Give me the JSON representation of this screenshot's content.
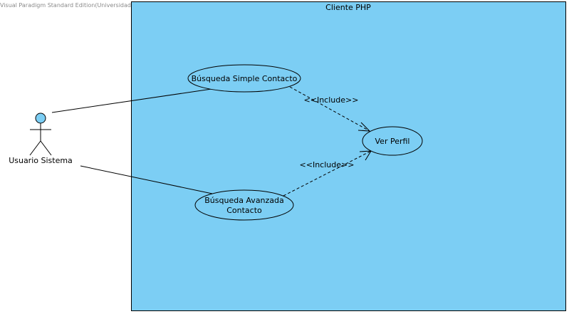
{
  "watermark": "Visual Paradigm Standard Edition(Universidad de La Frontera)",
  "colors": {
    "system_fill": "#7ccef4",
    "use_case_fill": "#7ccef4",
    "actor_head_fill": "#7ccef4",
    "stroke": "#000000",
    "watermark": "#8a8a8a"
  },
  "system": {
    "title": "Cliente PHP"
  },
  "actor": {
    "name": "Usuario Sistema",
    "icon": "stick-figure-actor"
  },
  "use_cases": {
    "simple": {
      "label": "Búsqueda Simple Contacto"
    },
    "avanzada": {
      "line1": "Búsqueda Avanzada",
      "line2": "Contacto"
    },
    "ver_perfil": {
      "label": "Ver Perfil"
    }
  },
  "relationships": [
    {
      "kind": "association",
      "from": "Usuario Sistema",
      "to": "Búsqueda Simple Contacto"
    },
    {
      "kind": "association",
      "from": "Usuario Sistema",
      "to": "Búsqueda Avanzada Contacto"
    },
    {
      "kind": "include",
      "label": "<<Include>>",
      "from": "Búsqueda Simple Contacto",
      "to": "Ver Perfil"
    },
    {
      "kind": "include",
      "label": "<<Include>>",
      "from": "Búsqueda Avanzada Contacto",
      "to": "Ver Perfil"
    }
  ]
}
